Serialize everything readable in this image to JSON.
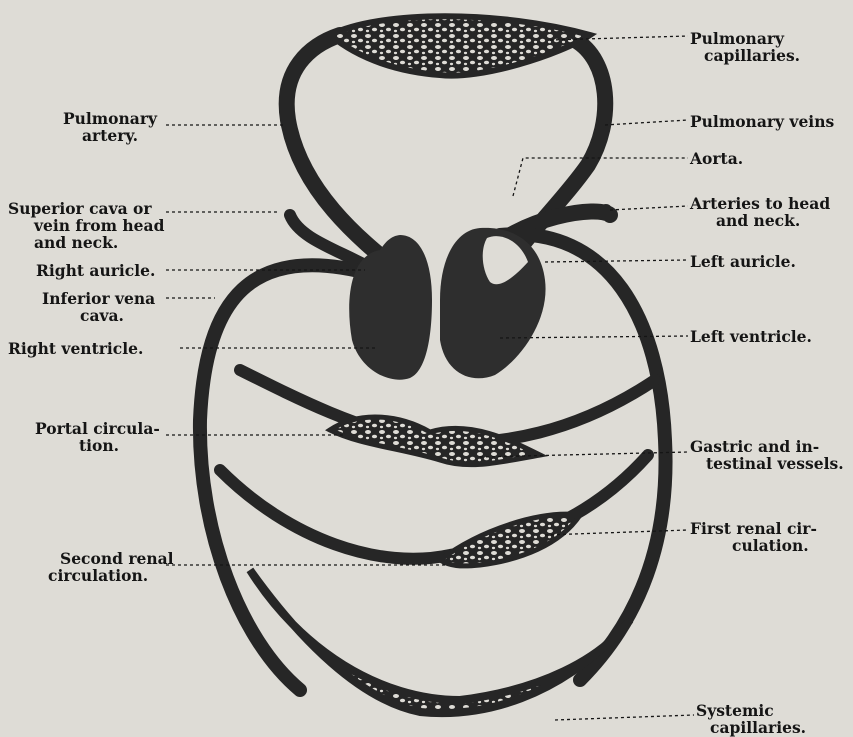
{
  "colors": {
    "background": "#dedcd6",
    "vessel": "#262626",
    "heart": "#2e2e2e",
    "capillary_mesh": "#dedcd6"
  },
  "labels": {
    "pulmonary_capillaries": [
      "Pulmonary",
      "capillaries."
    ],
    "pulmonary_veins": "Pulmonary veins",
    "aorta": "Aorta.",
    "arteries_head_neck": [
      "Arteries to head",
      "and neck."
    ],
    "left_auricle": "Left auricle.",
    "left_ventricle": "Left ventricle.",
    "gastric_intestinal": [
      "Gastric and in-",
      "testinal vessels."
    ],
    "first_renal": [
      "First renal cir-",
      "culation."
    ],
    "systemic_capillaries": [
      "Systemic",
      "capillaries."
    ],
    "pulmonary_artery": [
      "Pulmonary",
      "artery."
    ],
    "superior_cava": [
      "Superior cava or",
      "vein from head",
      "and neck."
    ],
    "right_auricle": "Right auricle.",
    "inferior_vena_cava": [
      "Inferior vena",
      "cava."
    ],
    "right_ventricle": "Right ventricle.",
    "portal_circulation": [
      "Portal circula-",
      "tion."
    ],
    "second_renal": [
      "Second renal",
      "circulation."
    ]
  }
}
